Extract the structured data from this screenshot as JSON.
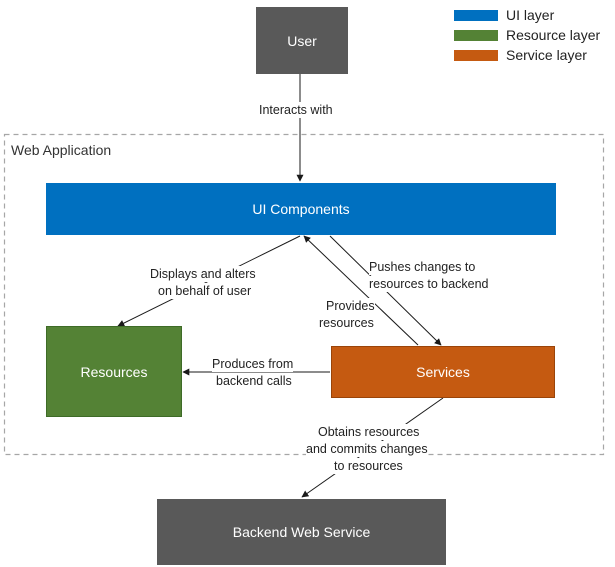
{
  "legend": [
    {
      "label": "UI layer",
      "color": "#0070C0"
    },
    {
      "label": "Resource layer",
      "color": "#548235"
    },
    {
      "label": "Service layer",
      "color": "#C55A11"
    }
  ],
  "container": {
    "title": "Web Application"
  },
  "nodes": {
    "user": {
      "label": "User",
      "color": "#595959"
    },
    "ui_components": {
      "label": "UI Components",
      "color": "#0070C0"
    },
    "resources": {
      "label": "Resources",
      "color": "#548235"
    },
    "services": {
      "label": "Services",
      "color": "#C55A11"
    },
    "backend": {
      "label": "Backend Web Service",
      "color": "#595959"
    }
  },
  "edges": {
    "interacts": "Interacts with",
    "displays_1": "Displays and alters",
    "displays_2": "on behalf of user",
    "pushes_1": "Pushes changes to",
    "pushes_2": "resources to backend",
    "provides_1": "Provides",
    "provides_2": "resources",
    "produces_1": "Produces from",
    "produces_2": "backend calls",
    "obtains_1": "Obtains resources",
    "obtains_2": "and commits changes",
    "obtains_3": "to resources"
  }
}
